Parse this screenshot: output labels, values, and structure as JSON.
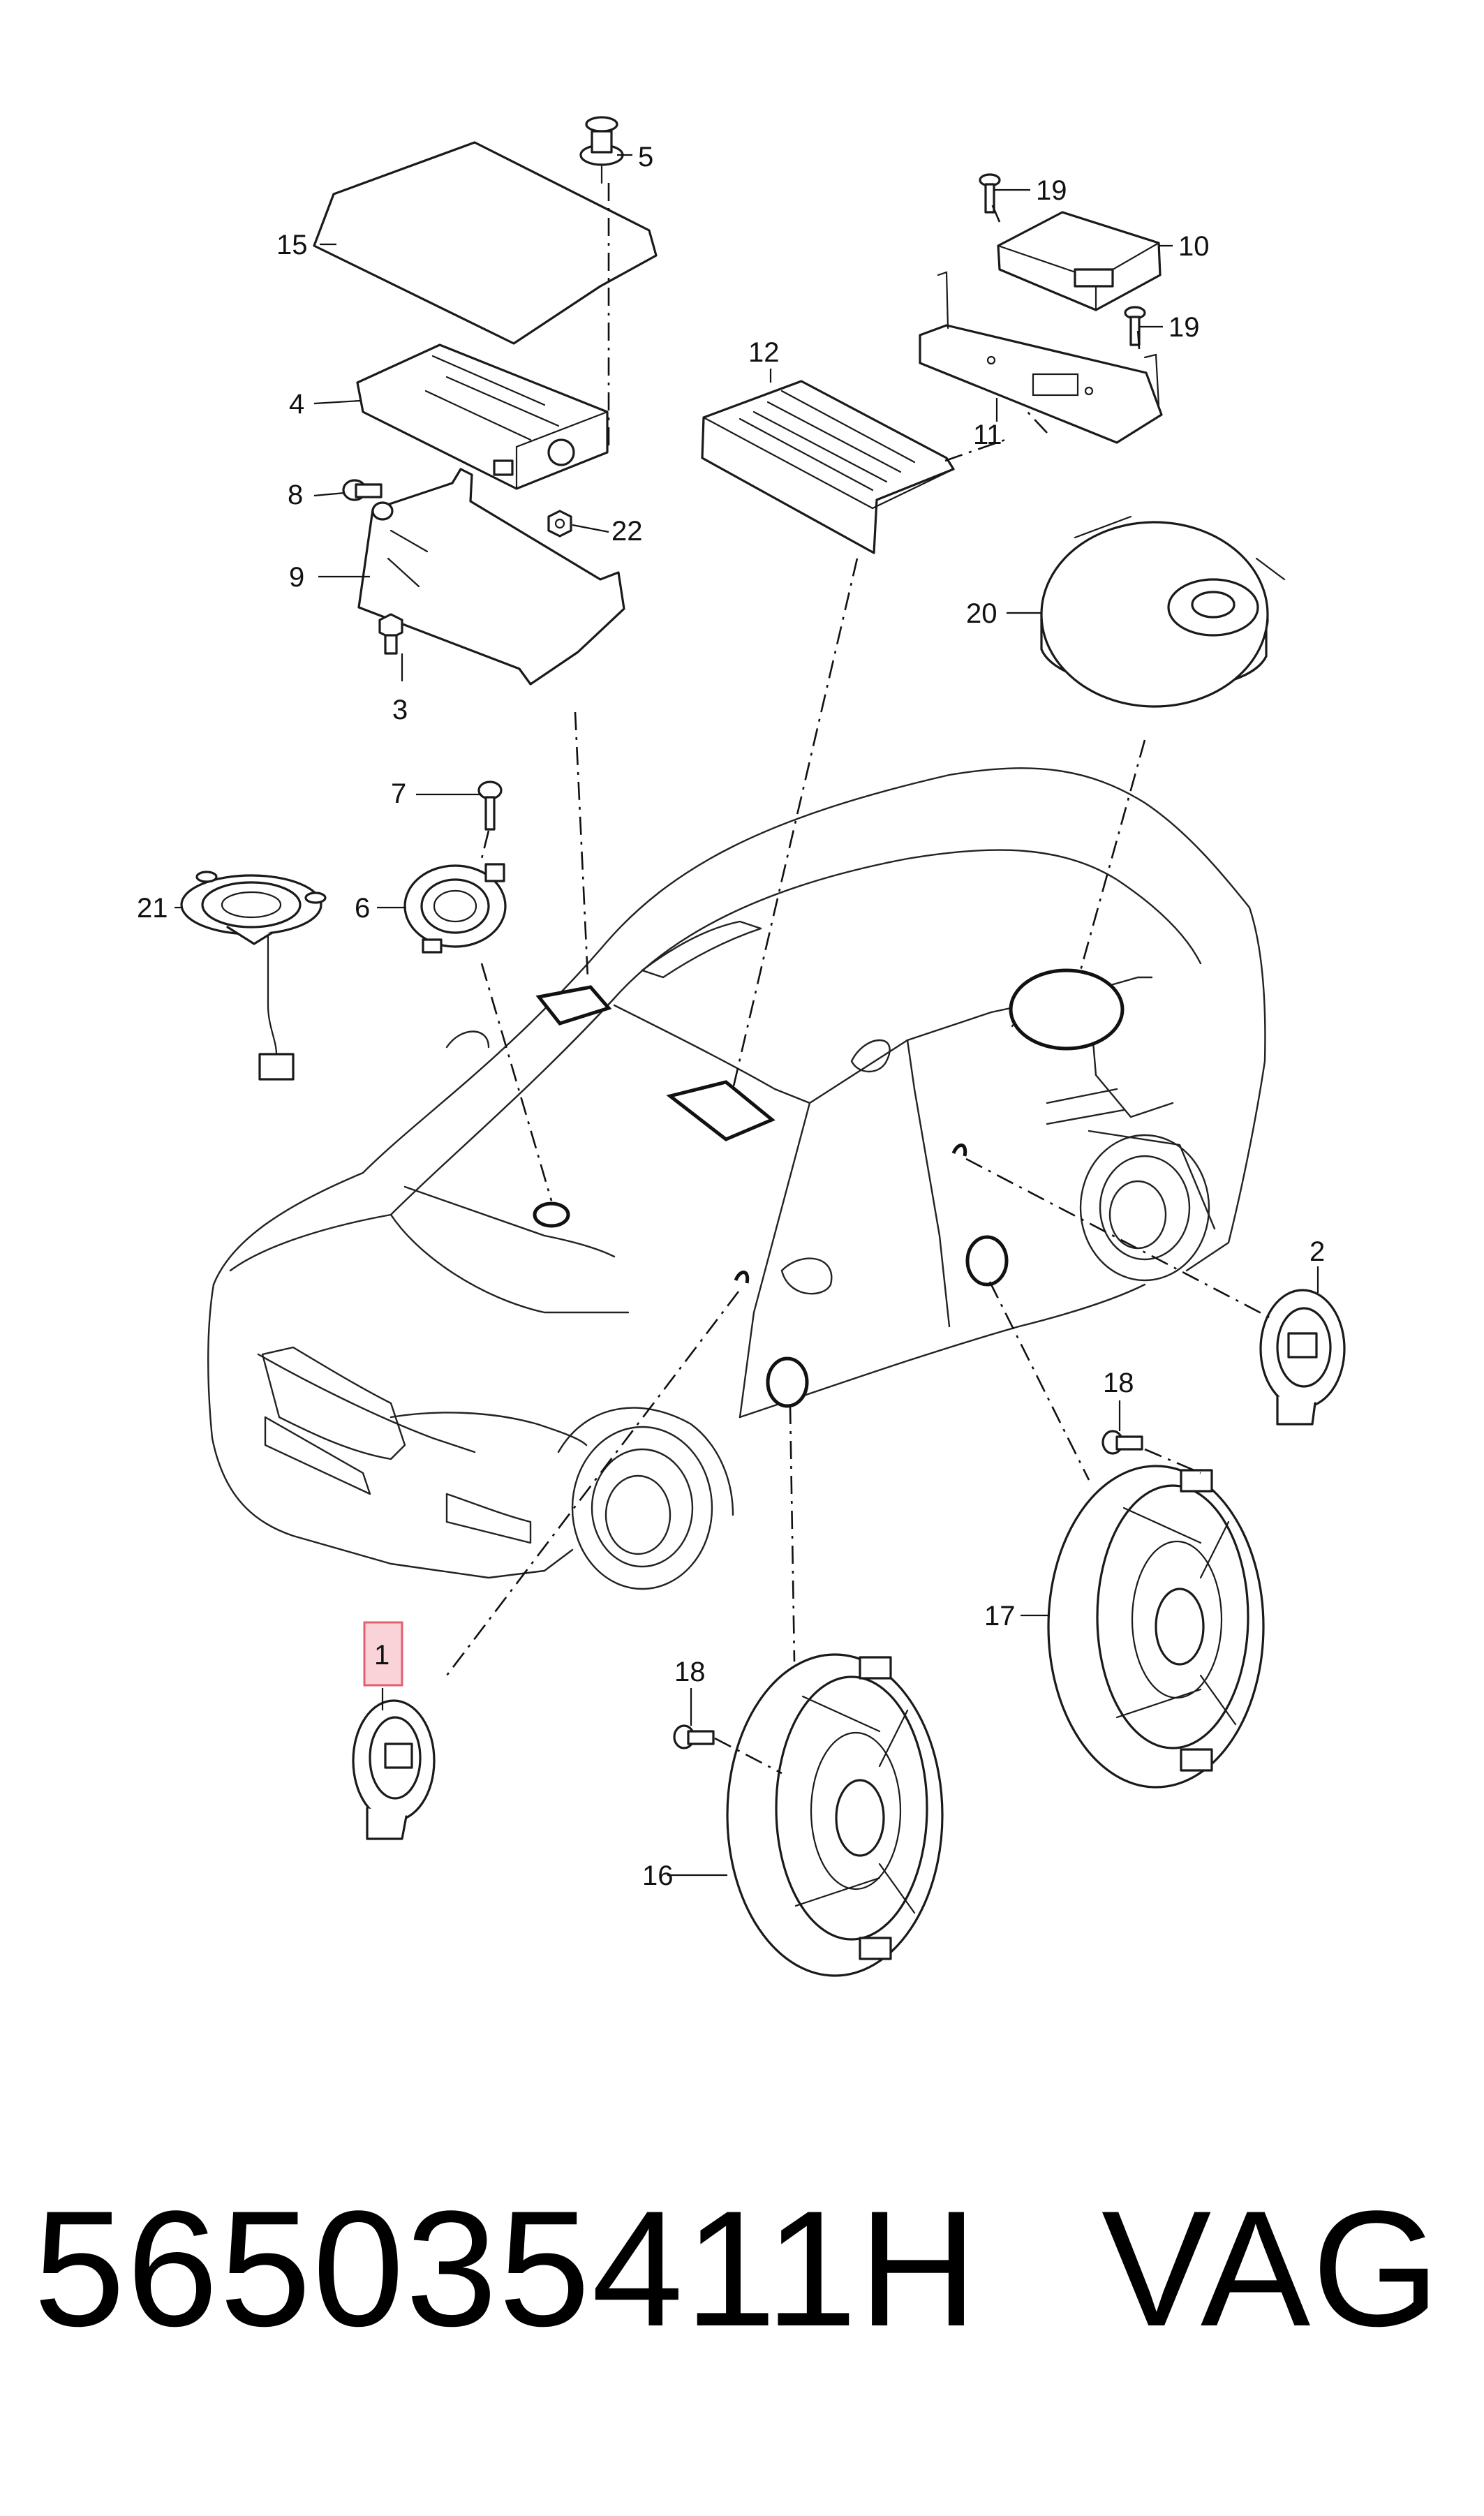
{
  "callouts": {
    "c1": "1",
    "c2": "2",
    "c3": "3",
    "c4": "4",
    "c5": "5",
    "c6": "6",
    "c7": "7",
    "c8": "8",
    "c9": "9",
    "c10": "10",
    "c11": "11",
    "c12": "12",
    "c15": "15",
    "c16": "16",
    "c17": "17",
    "c18a": "18",
    "c18b": "18",
    "c19a": "19",
    "c19b": "19",
    "c20": "20",
    "c21": "21",
    "c22": "22"
  },
  "highlighted_callout": "1",
  "highlight_color": "#f9d3d8",
  "footer": {
    "part_number": "565035411H",
    "brand": "VAG"
  }
}
